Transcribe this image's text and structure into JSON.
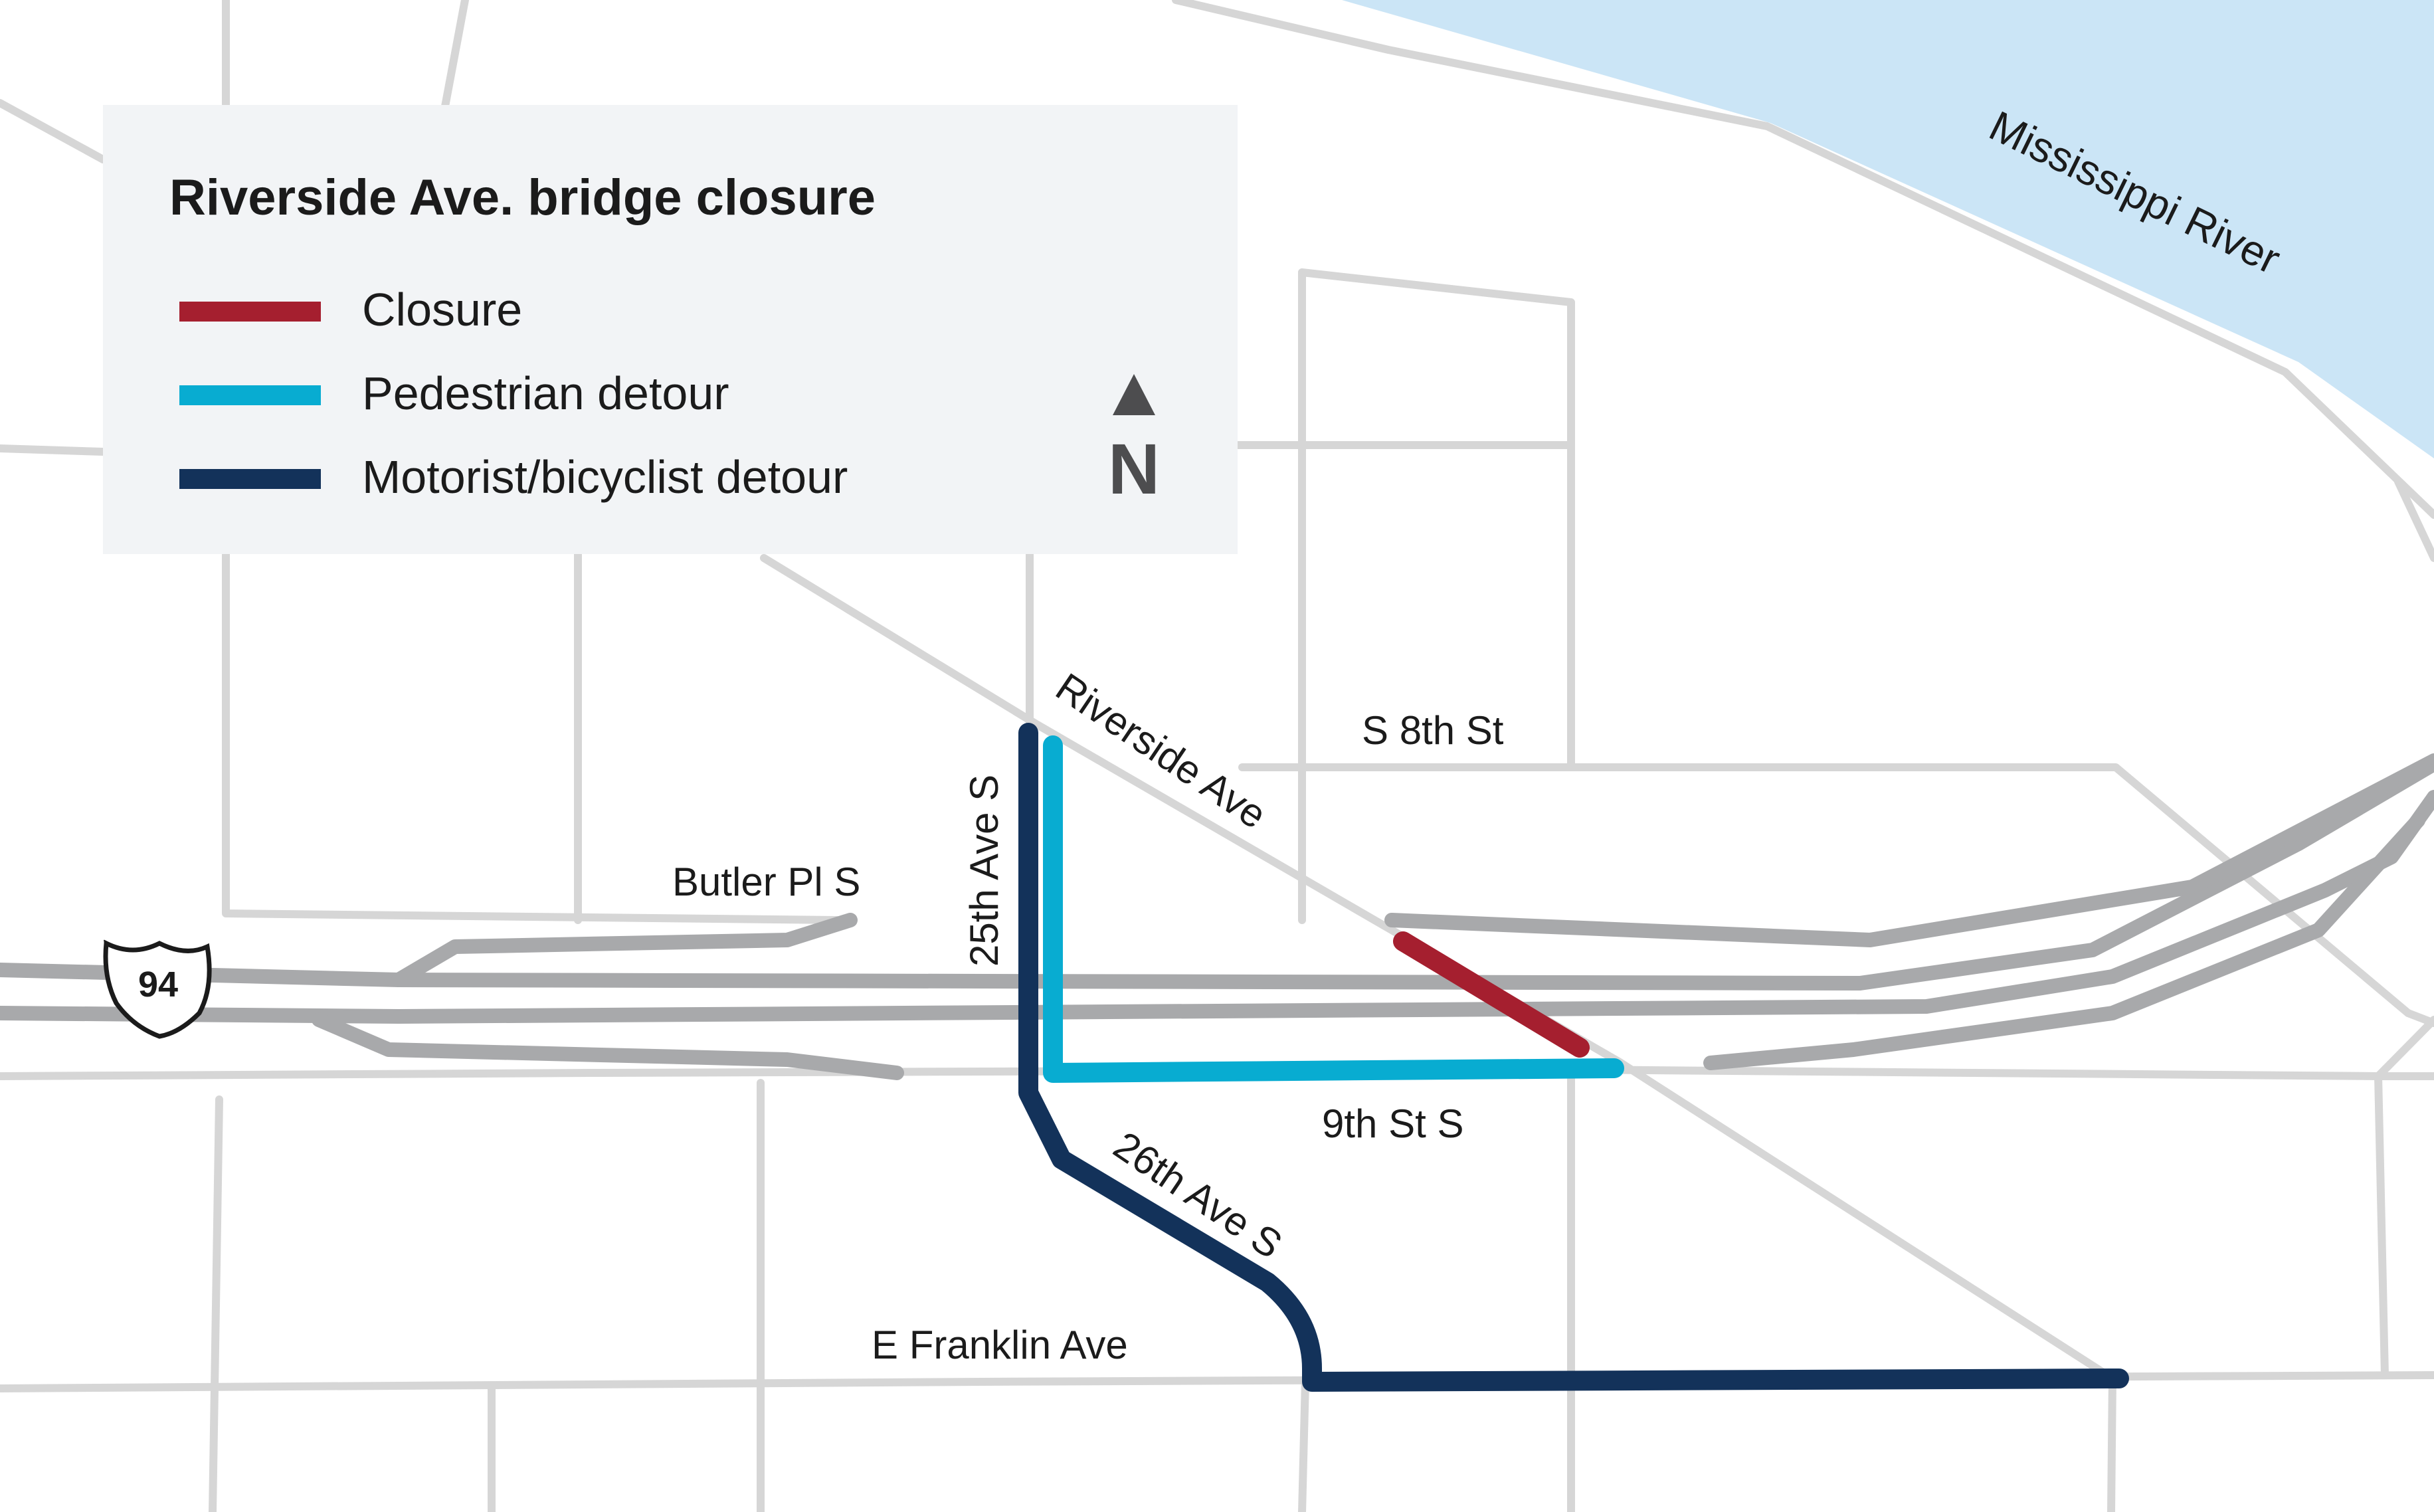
{
  "legend": {
    "title": "Riverside Ave. bridge closure",
    "items": [
      {
        "label": "Closure",
        "color": "#a51f2f"
      },
      {
        "label": "Pedestrian detour",
        "color": "#08acd1"
      },
      {
        "label": "Motorist/bicyclist detour",
        "color": "#13325a"
      }
    ]
  },
  "north_arrow": {
    "letter": "N"
  },
  "interstate_shield": {
    "number": "94"
  },
  "labels": {
    "river": "Mississippi River",
    "riverside_ave": "Riverside Ave",
    "s_8th_st": "S 8th St",
    "butler_pl_s": "Butler Pl S",
    "ave_25th_s": "25th Ave S",
    "st_9th_s": "9th St S",
    "ave_26th_s": "26th Ave S",
    "e_franklin_ave": "E Franklin Ave"
  },
  "colors": {
    "water": "#cbe5f6",
    "street": "#d6d6d6",
    "highway": "#a8a9ab",
    "closure": "#a51f2f",
    "pedestrian_detour": "#08acd1",
    "motorist_detour": "#13325a"
  }
}
